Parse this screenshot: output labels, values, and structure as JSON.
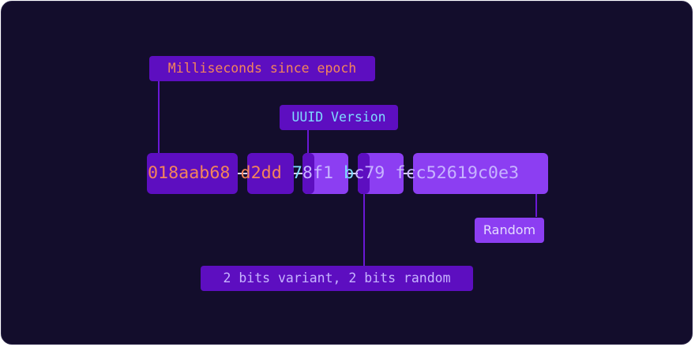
{
  "uuid": {
    "time_low": "018aab68",
    "time_mid": "d2dd",
    "sep": "-",
    "version_digit": "7",
    "version_rest": "8f1",
    "variant_bits": "b",
    "variant_rest": "c79",
    "random": "fcc52619c0e3"
  },
  "labels": {
    "timestamp": "Milliseconds since epoch",
    "version": "UUID Version",
    "random": "Random",
    "variant": "2 bits variant, 2 bits random"
  },
  "colors": {
    "background": "#130d2c",
    "segment_dark": "#5d0ec0",
    "segment_light": "#8c3ef2",
    "timestamp_text": "#f4855a",
    "version_text": "#7fdcff",
    "random_text": "#c7b4ff"
  }
}
